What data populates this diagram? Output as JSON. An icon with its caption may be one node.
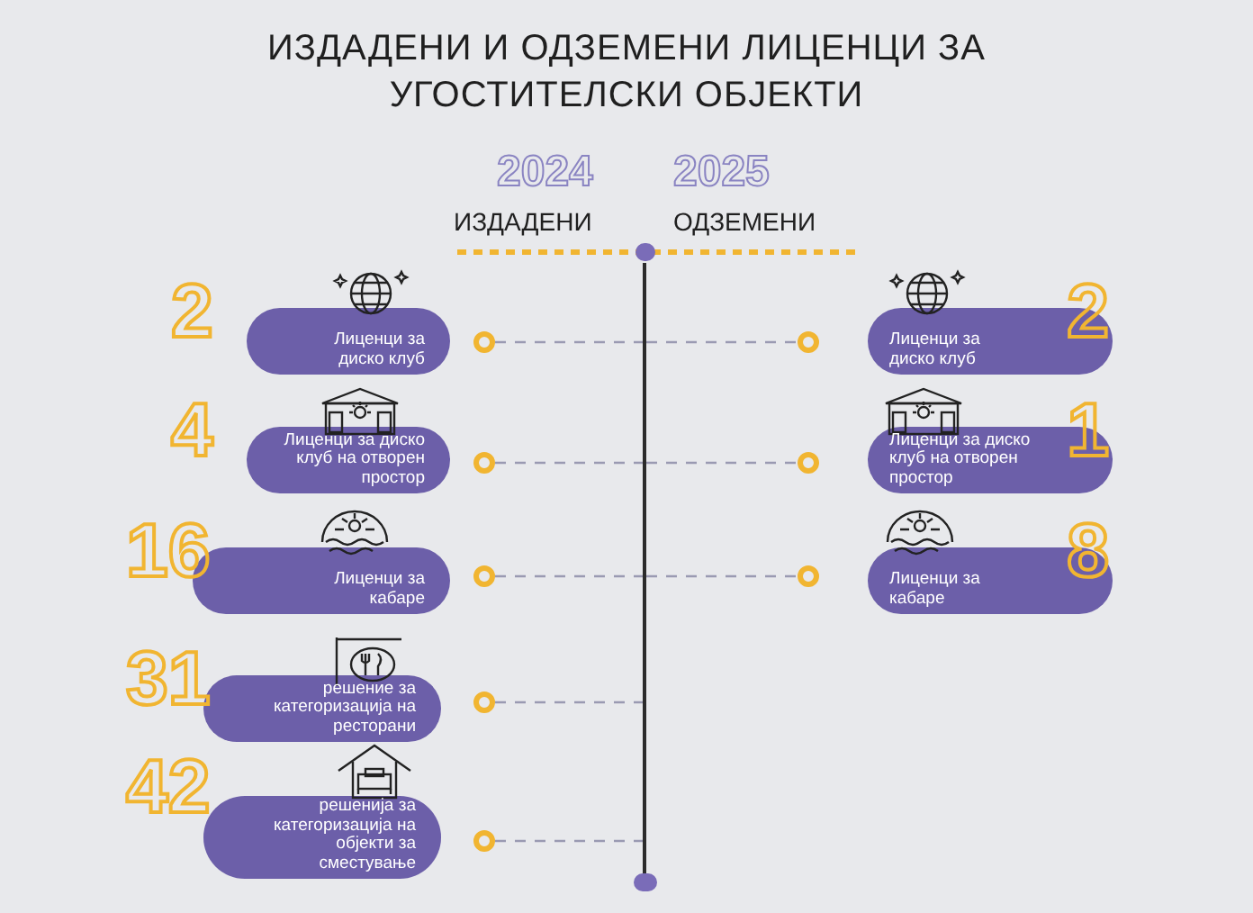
{
  "diagram": {
    "title": "ИЗДАДЕНИ И ОДЗЕМЕНИ ЛИЦЕНЦИ ЗА УГОСТИТЕЛСКИ ОБЈЕКТИ",
    "nodes": [
      {
        "text": [
          "2",
          "Лиценци за диско клуб"
        ]
      },
      {
        "text": [
          "4",
          "Лиценци за диско клуб на отворен простор"
        ]
      },
      {
        "text": [
          "16",
          "Лиценци за кабаре"
        ]
      },
      {
        "text": [
          "31",
          "решение за категоризација на ресторани"
        ]
      },
      {
        "text": [
          "42",
          "решенија за категоризација на објекти за сместување"
        ]
      },
      {
        "text": [
          "2",
          "Лиценци за диско клуб"
        ]
      },
      {
        "text": [
          "1",
          "Лиценци за диско клуб на отворен простор"
        ]
      },
      {
        "text": [
          "8",
          "Лиценци за кабаре"
        ]
      },
      {
        "text": [],
        "shape": "bar"
      },
      {
        "text": [],
        "shape": "circle"
      },
      {
        "text": [],
        "shape": "circle"
      },
      {
        "text": [],
        "shape": "circle"
      },
      {
        "text": [],
        "shape": "circle"
      },
      {
        "text": [],
        "shape": "circle"
      },
      {
        "text": [],
        "shape": "circle"
      },
      {
        "text": [],
        "shape": "circle"
      },
      {
        "text": [],
        "shape": "circle"
      }
    ],
    "edges": [
      {
        "from": 9,
        "to": 8,
        "arrow": "none",
        "style": "dashed"
      },
      {
        "from": 8,
        "to": 14,
        "arrow": "none",
        "style": "dashed"
      },
      {
        "from": 10,
        "to": 8,
        "arrow": "none",
        "style": "dashed"
      },
      {
        "from": 8,
        "to": 15,
        "arrow": "none",
        "style": "dashed"
      },
      {
        "from": 11,
        "to": 8,
        "arrow": "none",
        "style": "dashed"
      },
      {
        "from": 8,
        "to": 16,
        "arrow": "none",
        "style": "dashed"
      },
      {
        "from": 12,
        "to": 8,
        "arrow": "none",
        "style": "dashed"
      },
      {
        "from": 13,
        "to": 8,
        "arrow": "none",
        "style": "dashed"
      }
    ],
    "labels": [
      "2024",
      "2025",
      "ИЗДАДЕНИ",
      "ОДЗЕМЕНИ"
    ]
  }
}
